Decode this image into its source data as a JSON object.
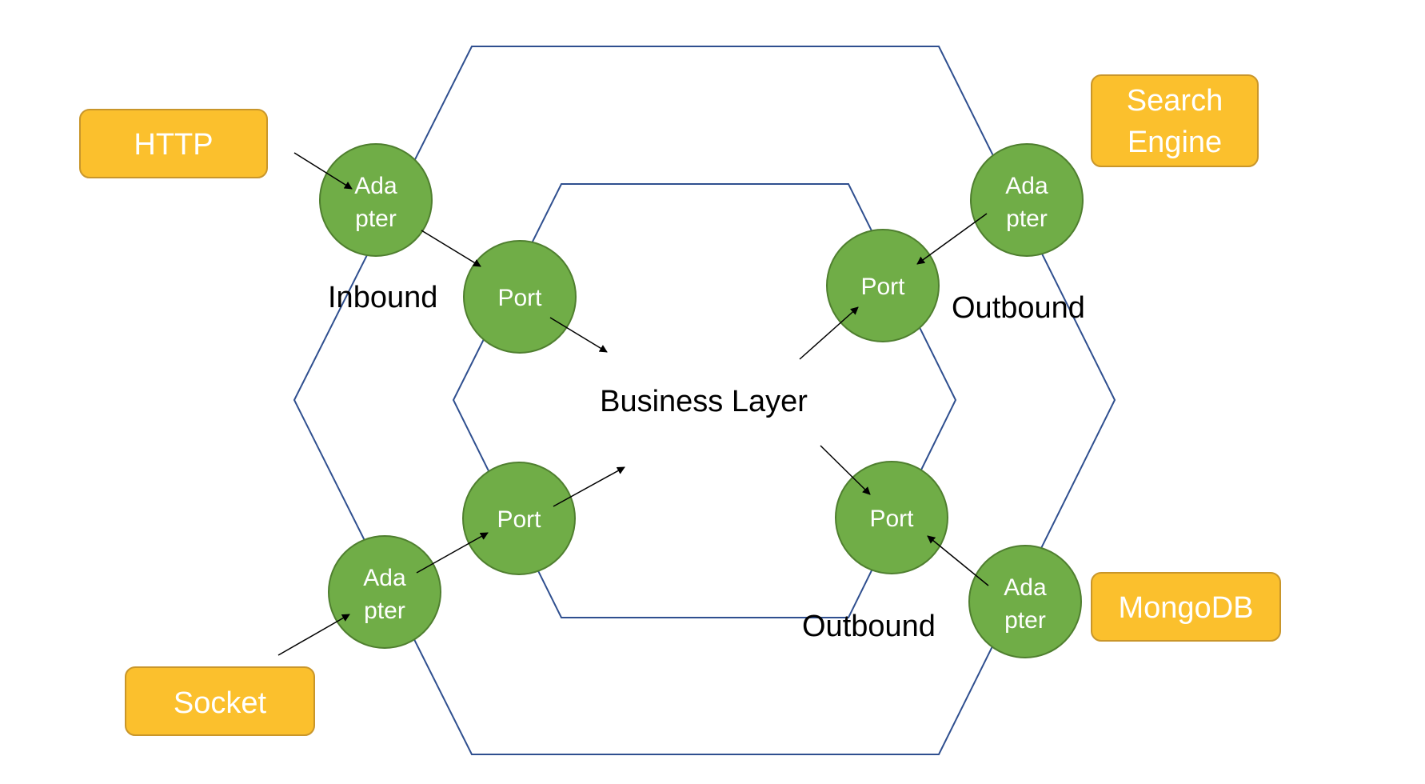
{
  "colors": {
    "hexagon_stroke": "#2f4f8f",
    "circle_fill": "#70ad47",
    "circle_stroke": "#4f7f2f",
    "box_fill": "#fbc02d",
    "box_stroke": "#c9962a",
    "box_text": "#ffffff",
    "circle_text": "#ffffff",
    "label_text": "#000000",
    "arrow": "#000000"
  },
  "center_label": "Business Layer",
  "labels": {
    "inbound": "Inbound",
    "outbound_top": "Outbound",
    "outbound_bottom": "Outbound"
  },
  "external_systems": {
    "http": [
      "HTTP"
    ],
    "search_engine": [
      "Search",
      "Engine"
    ],
    "socket": [
      "Socket"
    ],
    "mongodb": [
      "MongoDB"
    ]
  },
  "adapters": {
    "top_left": [
      "Ada",
      "pter"
    ],
    "top_right": [
      "Ada",
      "pter"
    ],
    "bottom_left": [
      "Ada",
      "pter"
    ],
    "bottom_right": [
      "Ada",
      "pter"
    ]
  },
  "ports": {
    "top_left": "Port",
    "top_right": "Port",
    "bottom_left": "Port",
    "bottom_right": "Port"
  }
}
